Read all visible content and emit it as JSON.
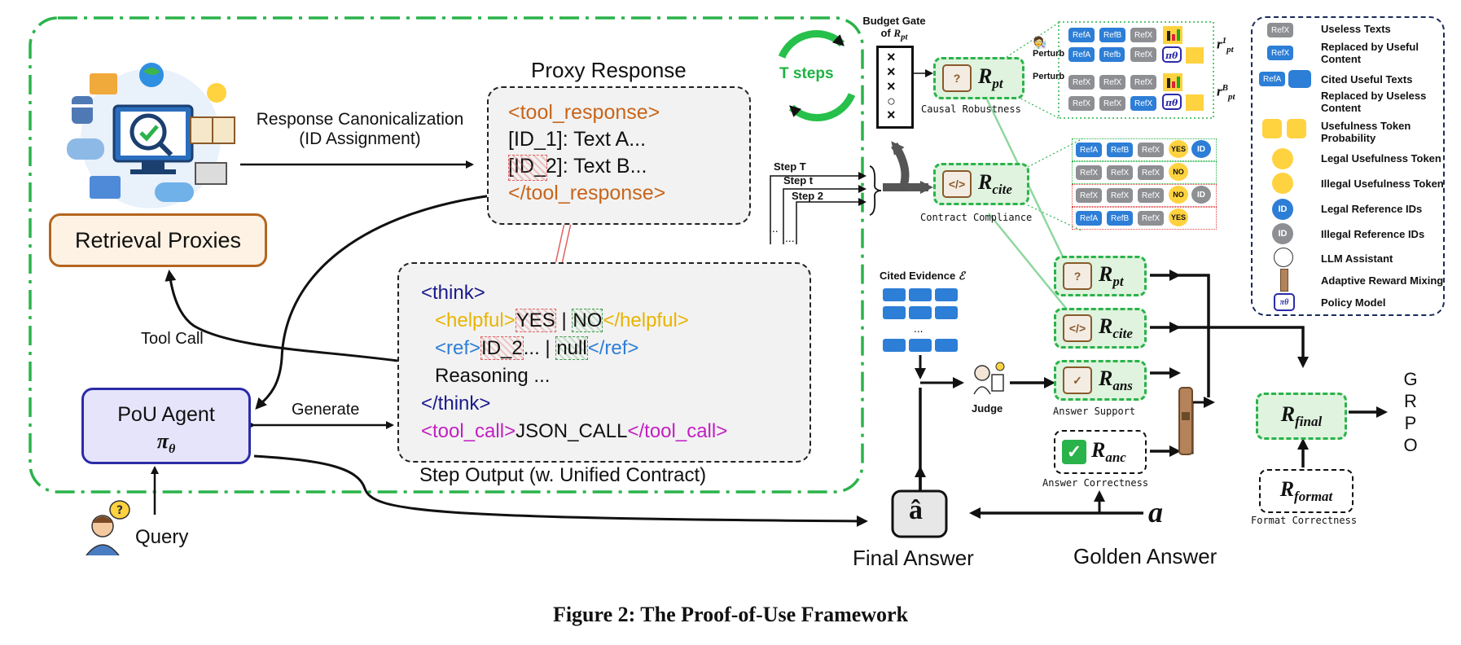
{
  "left": {
    "proxy_response_title": "Proxy Response",
    "proxy_lines": [
      "<tool_response>",
      "[ID_1]: Text A...",
      "[ID_2]: Text B...",
      "</tool_response>"
    ],
    "canonicalization": [
      "Response Canonicalization",
      "(ID Assignment)"
    ],
    "retrieval_proxies": "Retrieval Proxies",
    "tool_call": "Tool Call",
    "generate": "Generate",
    "agent": "PoU Agent",
    "agent_symbol": "π",
    "agent_symbol_sub": "θ",
    "query": "Query",
    "step_output_title": "Step Output (w. Unified Contract)",
    "t_steps": "T steps",
    "steps": [
      "Step T",
      "Step t",
      "Step 2"
    ],
    "ellipsis": "...",
    "code": {
      "think_open": "<think>",
      "helpful_open": "<helpful>",
      "yes": "YES",
      "sep": " | ",
      "no": "NO",
      "helpful_close": "</helpful>",
      "ref_open": "<ref>",
      "id2": "ID_2",
      "ref_mid": "... | ",
      "null": "null",
      "ref_close": "</ref>",
      "reasoning": "Reasoning ...",
      "think_close": "</think>",
      "toolcall_open": "<tool_call>",
      "json_call": "JSON_CALL",
      "toolcall_close": "</tool_call>"
    }
  },
  "gate": {
    "title": "Budget Gate",
    "of": "of",
    "sym": "R",
    "sub": "pt",
    "marks": [
      "×",
      "×",
      "×",
      "○",
      "×"
    ]
  },
  "rewards": {
    "R": "R",
    "pt_sub": "pt",
    "cite_sub": "cite",
    "ans_sub": "ans",
    "anc_sub": "anc",
    "final_sub": "final",
    "format_sub": "format",
    "causal": "Causal Robustness",
    "contract": "Contract Compliance",
    "answer_support": "Answer Support",
    "answer_correctness": "Answer Correctness",
    "format_correctness": "Format Correctness",
    "grpo": [
      "G",
      "R",
      "P",
      "O"
    ],
    "cited_evidence": "Cited Evidence",
    "epsilon": "ℰ",
    "judge": "Judge",
    "final_answer": "Final Answer",
    "golden_answer": "Golden Answer",
    "a_hat": "â",
    "a": "a"
  },
  "perturb": {
    "label": "Perturb",
    "r1": "r",
    "r1_sup": "1",
    "r1_sub": "pt",
    "rb_sup": "B",
    "rb_sub": "pt",
    "rows": [
      [
        "RefA",
        "RefB",
        "RefX"
      ],
      [
        "RefA",
        "Refb",
        "RefX"
      ],
      [
        "RefX",
        "RefX",
        "RefX"
      ],
      [
        "RefX",
        "RefX",
        "RefX"
      ]
    ]
  },
  "contract_rows": [
    {
      "chips": [
        "RefA",
        "RefB",
        "RefX"
      ],
      "token": "YES",
      "id": "ID"
    },
    {
      "chips": [
        "RefX",
        "RefX",
        "RefX"
      ],
      "token": "NO",
      "id": ""
    },
    {
      "chips": [
        "RefX",
        "RefX",
        "RefX"
      ],
      "token": "NO",
      "id": "ID"
    },
    {
      "chips": [
        "RefA",
        "RefB",
        "RefX"
      ],
      "token": "YES",
      "id": ""
    }
  ],
  "legend": [
    "Useless Texts",
    "Replaced by Useful Content",
    "Cited Useful Texts",
    "Replaced by Useless Content",
    "Usefulness Token Probability",
    "Legal Usefulness Token",
    "Illegal Usefulness Token",
    "Legal Reference IDs",
    "Illegal Reference IDs",
    "LLM Assistant",
    "Adaptive Reward Mixing",
    "Policy Model"
  ],
  "legend_chip": "RefX",
  "legend_chip_a": "RefA",
  "legend_id": "ID",
  "figure_caption": "Figure 2: The Proof-of-Use Framework",
  "colors": {
    "green_dash": "#2ab34a",
    "orange": "#c8651b",
    "navy": "#1a1a8c",
    "gold": "#e8b400",
    "blue": "#2d7ed6",
    "magenta": "#c21fc2",
    "agent_bg": "#e6e4fb",
    "agent_border": "#2b2ba8",
    "proxy_border": "#b3651f"
  }
}
